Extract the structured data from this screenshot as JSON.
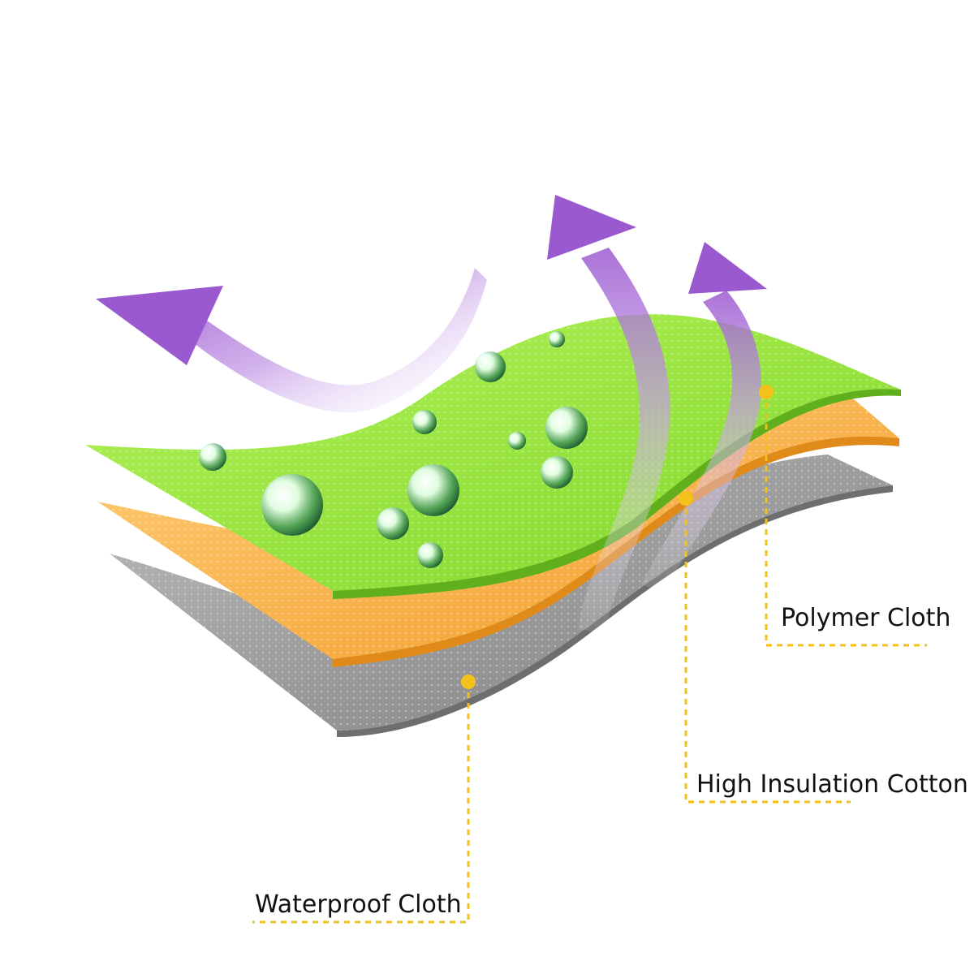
{
  "labels": {
    "polymer_cloth": "Polymer Cloth",
    "high_insulation_cotton": "High Insulation Cotton",
    "waterproof_cloth": "Waterproof Cloth"
  },
  "colors": {
    "top_layer": "#8fe03a",
    "middle_layer": "#f5a93c",
    "bottom_layer": "#9a9a9a",
    "arrow": "#9b59d0",
    "callout": "#f2c21b"
  }
}
